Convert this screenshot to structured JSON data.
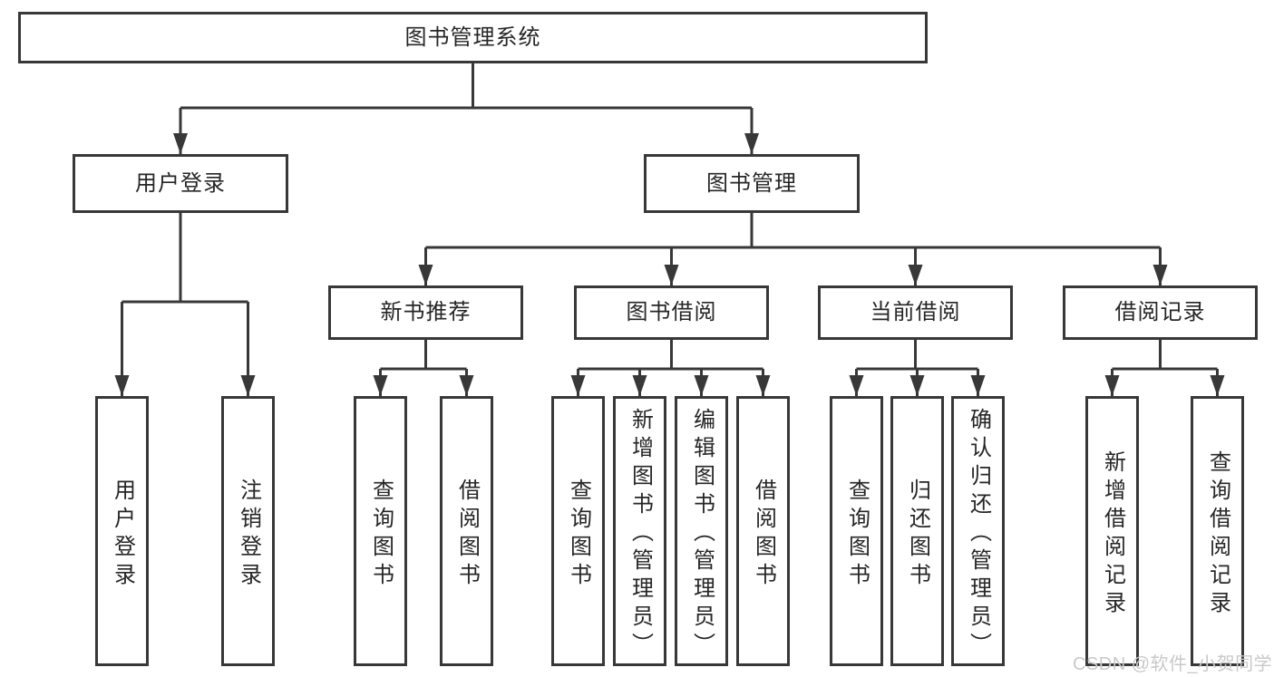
{
  "diagram": {
    "root": {
      "label": "图书管理系统",
      "children": [
        {
          "label": "用户登录",
          "children": [
            {
              "label": "用户登录"
            },
            {
              "label": "注销登录"
            }
          ]
        },
        {
          "label": "图书管理",
          "children": [
            {
              "label": "新书推荐",
              "children": [
                {
                  "label": "查询图书"
                },
                {
                  "label": "借阅图书"
                }
              ]
            },
            {
              "label": "图书借阅",
              "children": [
                {
                  "label": "查询图书"
                },
                {
                  "label": "新增图书（管理员）"
                },
                {
                  "label": "编辑图书（管理员）"
                },
                {
                  "label": "借阅图书"
                }
              ]
            },
            {
              "label": "当前借阅",
              "children": [
                {
                  "label": "查询图书"
                },
                {
                  "label": "归还图书"
                },
                {
                  "label": "确认归还（管理员）"
                }
              ]
            },
            {
              "label": "借阅记录",
              "children": [
                {
                  "label": "新增借阅记录"
                },
                {
                  "label": "查询借阅记录"
                }
              ]
            }
          ]
        }
      ]
    }
  },
  "watermark": {
    "text": "CSDN @软件_小贺同学"
  },
  "colors": {
    "line": "#383838",
    "box_fill": "#ffffff",
    "text": "#262626",
    "watermark": "#c9c9c9",
    "background": "#ffffff"
  }
}
